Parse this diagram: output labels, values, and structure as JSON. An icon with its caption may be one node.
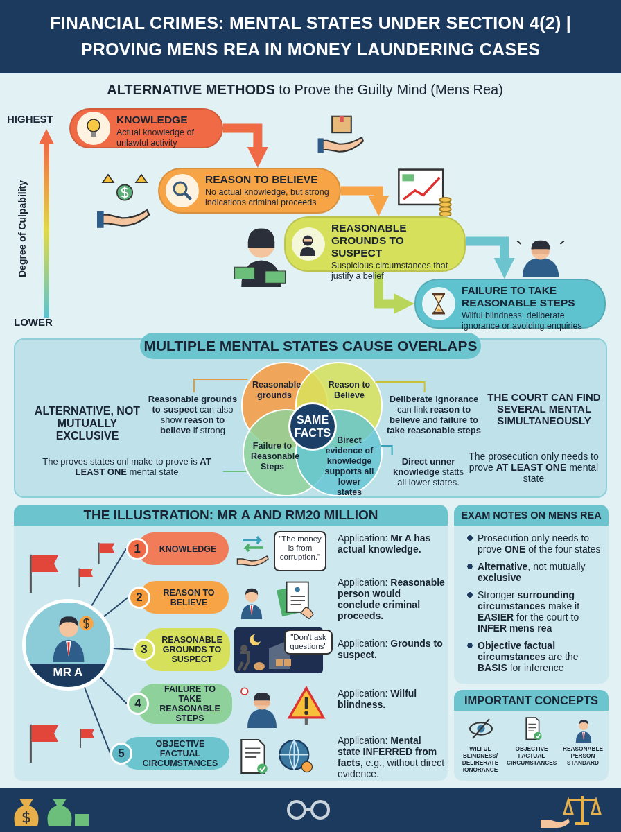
{
  "diagram": {
    "title": "FINANCIAL CRIMES: MENTAL STATES UNDER SECTION 4(2) | PROVING MENS REA IN MONEY LAUNDERING CASES",
    "nodes": [
      {
        "text": [
          "KNOWLEDGE",
          "Actual knowledge of unlawful activity"
        ]
      },
      {
        "text": [
          "REASON TO BELIEVE",
          "No actual knowledge, but strong indications criminal proceeds"
        ]
      },
      {
        "text": [
          "REASONABLE GROUNDS TO SUSPECT",
          "Suspicious circumstances that justify a belief"
        ]
      },
      {
        "text": [
          "FAILURE TO TAKE REASONABLE STEPS",
          "Wilful bilndness: deliberate ignorance or avoiding enquiries"
        ]
      },
      {
        "text": [
          "MULTIPLE MENTAL STATES CAUSE OVERLAPS"
        ]
      },
      {
        "text": [
          "Reasonable grounds"
        ],
        "in": 4
      },
      {
        "text": [
          "Reason to Believe"
        ],
        "in": 4
      },
      {
        "text": [
          "Failure to Reasonable Steps"
        ],
        "in": 4
      },
      {
        "text": [
          "Birect evidence of knowledge supports all lower states"
        ],
        "in": 4
      },
      {
        "text": [
          "SAME FACTS"
        ],
        "in": 4
      },
      {
        "text": [
          "**Reasonable grounds to suspect** can also show **reason to believe** if strong"
        ],
        "in": 4
      },
      {
        "text": [
          "**Deliberate ignorance** can link **reason to believe** and **failure to take reasonable steps**"
        ],
        "in": 4
      },
      {
        "text": [
          "The proves states onl make to prove is **AT LEAST ONE** mental state"
        ],
        "in": 4
      },
      {
        "text": [
          "**Direct unner knowledge** statts all lower states."
        ],
        "in": 4
      },
      {
        "text": [
          "THE ILLUSTRATION: MR A AND RM20 MILLION"
        ]
      },
      {
        "text": [
          "MR A"
        ],
        "in": 14
      },
      {
        "text": [
          "1",
          "KNOWLEDGE"
        ],
        "in": 14
      },
      {
        "text": [
          "2",
          "REASON TO BELIEVE"
        ],
        "in": 14
      },
      {
        "text": [
          "3",
          "REASONABLE GROUNDS TO SUSPECT"
        ],
        "in": 14
      },
      {
        "text": [
          "4",
          "FAILURE TO TAKE REASONABLE STEPS"
        ],
        "in": 14
      },
      {
        "text": [
          "5",
          "OBJECTIVE FACTUAL CIRCUMSTANCES"
        ],
        "in": 14
      },
      {
        "text": [
          "\"The money is from corruption.\""
        ],
        "in": 14
      },
      {
        "text": [
          "\"Don't ask questions\""
        ],
        "in": 14
      },
      {
        "text": [
          "EXAM NOTES ON MENS REA",
          "Prosecution only needs to prove **ONE** of the four states",
          "**Alternative**, not mutually **exclusive**",
          "Stronger **surrounding circumstances** make it **EASIER** for the court to **INFER mens rea**",
          "**Objective factual circumstances** are the **BASIS** for inference"
        ]
      },
      {
        "text": [
          "IMPORTANT CONCEPTS",
          "WILFUL BLINDNESS/ DELIRERATE IONORANCE",
          "OBJECTIVE FACTUAL CIRCUMSTANCES",
          "REASONABLE PERSON STANDARD"
        ]
      }
    ],
    "edges": [
      {
        "from": 0,
        "to": 1,
        "arrow": "to",
        "style": "thick",
        "color": "#ef6a45"
      },
      {
        "from": 1,
        "to": 2,
        "arrow": "to",
        "style": "thick",
        "color": "#f6a445"
      },
      {
        "from": 2,
        "to": 3,
        "arrow": "to",
        "style": "thick",
        "color": "#b9d65a"
      },
      {
        "from": 2,
        "to": 3,
        "arrow": "to",
        "style": "thick",
        "color": "#6cc4cf"
      },
      {
        "from": 10,
        "to": 5,
        "arrow": "none",
        "color": "#e39a3a"
      },
      {
        "from": 11,
        "to": 6,
        "arrow": "none",
        "color": "#c8c23a"
      },
      {
        "from": 12,
        "to": 7,
        "arrow": "none",
        "color": "#6cbf7a"
      },
      {
        "from": 13,
        "to": 8,
        "arrow": "none",
        "color": "#3aa0b8"
      },
      {
        "from": 15,
        "to": 16,
        "arrow": "none"
      },
      {
        "from": 15,
        "to": 17,
        "arrow": "none"
      },
      {
        "from": 15,
        "to": 18,
        "arrow": "none"
      },
      {
        "from": 15,
        "to": 19,
        "arrow": "none"
      },
      {
        "from": 15,
        "to": 20,
        "arrow": "none"
      }
    ],
    "labels": [
      "**ALTERNATIVE METHODS** to Prove the Guilty Mind (Mens Rea)",
      "HIGHEST",
      "Degree of Culpability",
      "LOWER",
      "ALTERNATIVE, NOT MUTUALLY EXCLUSIVE",
      "THE COURT CAN FIND SEVERAL MENTAL SIMULTANEOUSLY",
      "The prosecution only needs to prove **AT LEAST ONE** mental state",
      "Application: **Mr A has actual knowledge.**",
      "Application: **Reasonable person would conclude criminal proceeds.**",
      "Application: **Grounds to suspect.**",
      "Application: **Wilful blindness.**",
      "Application: **Mental state INFERRED from facts**, e.g., without direct evidence."
    ]
  }
}
